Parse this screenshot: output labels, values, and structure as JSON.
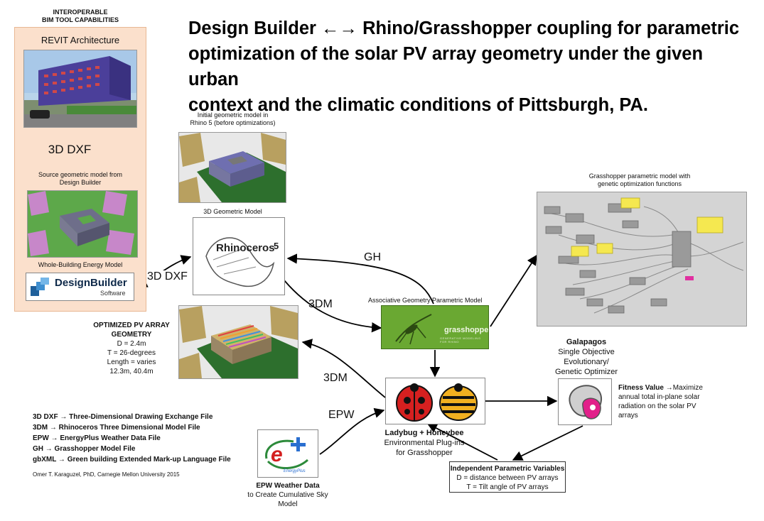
{
  "title": {
    "line1": "Design Builder ←→ Rhino/Grasshopper coupling for parametric",
    "line2": "optimization of the solar PV array geometry under the given urban",
    "line3": "context and the climatic conditions of Pittsburgh, PA."
  },
  "bim": {
    "header_line1": "INTEROPERABLE",
    "header_line2": "BIM TOOL CAPABILITIES",
    "revit_label": "REVIT Architecture",
    "dxf_up_label": "3D DXF",
    "source_line1": "Source geometric model from",
    "source_line2": "Design Builder",
    "energy_model_label": "Whole-Building Energy Model",
    "designbuilder_name": "DesignBuilder",
    "designbuilder_sub": "Software"
  },
  "rhino": {
    "initial_line1": "Initial geometric model in",
    "initial_line2": "Rhino 5 (before optimizations)",
    "geometric_label": "3D Geometric Model",
    "logo_text": "Rhinoceros",
    "logo_version": "5"
  },
  "connectors": {
    "dxf_left": "3D DXF",
    "gh": "GH",
    "dm_upper": "3DM",
    "dm_lower": "3DM",
    "epw": "EPW"
  },
  "grasshopper": {
    "label": "Associative Geometry  Parametric Model",
    "logo_text": "grasshopper",
    "logo_sub": "GENERATIVE MODELING FOR RHINO",
    "param_line1": "Grasshopper parametric model with",
    "param_line2": "genetic optimization functions"
  },
  "optimized": {
    "title_line1": "OPTIMIZED PV ARRAY",
    "title_line2": "GEOMETRY",
    "d": "D = 2.4m",
    "t": "T = 26-degrees",
    "length": "Length = varies",
    "values": "12.3m, 40.4m"
  },
  "galapagos": {
    "name": "Galapagos",
    "line1": "Single Objective",
    "line2": "Evolutionary/",
    "line3": "Genetic Optimizer"
  },
  "fitness": {
    "lead": "Fitness Value",
    "line1": "→Maximize",
    "line2": "annual total in-plane solar",
    "line3": "radiation on the solar PV",
    "line4": "arrays"
  },
  "ladybug": {
    "name": "Ladybug + Honeybee",
    "line1": "Environmental Plug-ins",
    "line2": "for Grasshopper"
  },
  "variables": {
    "title": "Independent Parametric Variables",
    "d": "D = distance between PV arrays",
    "t": "T = Tilt angle of PV arrays"
  },
  "epw": {
    "title": "EPW Weather Data",
    "line1": "to Create Cumulative Sky",
    "line2": "Model",
    "logo_text": "EnergyPlus"
  },
  "legend": [
    "3D DXF → Three-Dimensional Drawing Exchange File",
    "3DM → Rhinoceros Three Dimensional Model File",
    "EPW → EnergyPlus Weather Data File",
    "GH → Grasshopper Model File",
    "gbXML → Green building Extended Mark-up Language File"
  ],
  "credit": "Omer T. Karaguzel, PhD, Carnegie Mellon University 2015"
}
